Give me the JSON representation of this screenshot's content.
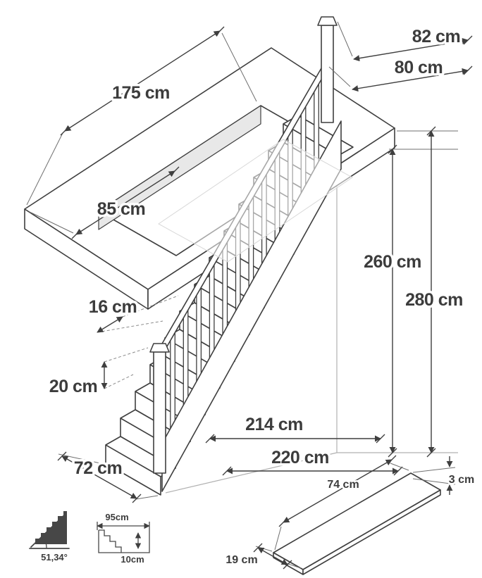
{
  "dims": {
    "opening_length": "175 cm",
    "opening_offset": "85 cm",
    "newel_height": "82 cm",
    "handrail_height": "80 cm",
    "ceiling_height": "260 cm",
    "floor_height": "280 cm",
    "tread_depth": "16 cm",
    "riser_height": "20 cm",
    "stair_run": "214 cm",
    "total_run": "220 cm",
    "stair_width": "72 cm",
    "plank_thickness": "3 cm",
    "plank_length": "74 cm",
    "plank_width": "19 cm"
  },
  "icons": {
    "angle": "51,34°",
    "step_width": "95cm",
    "step_height": "10cm"
  }
}
